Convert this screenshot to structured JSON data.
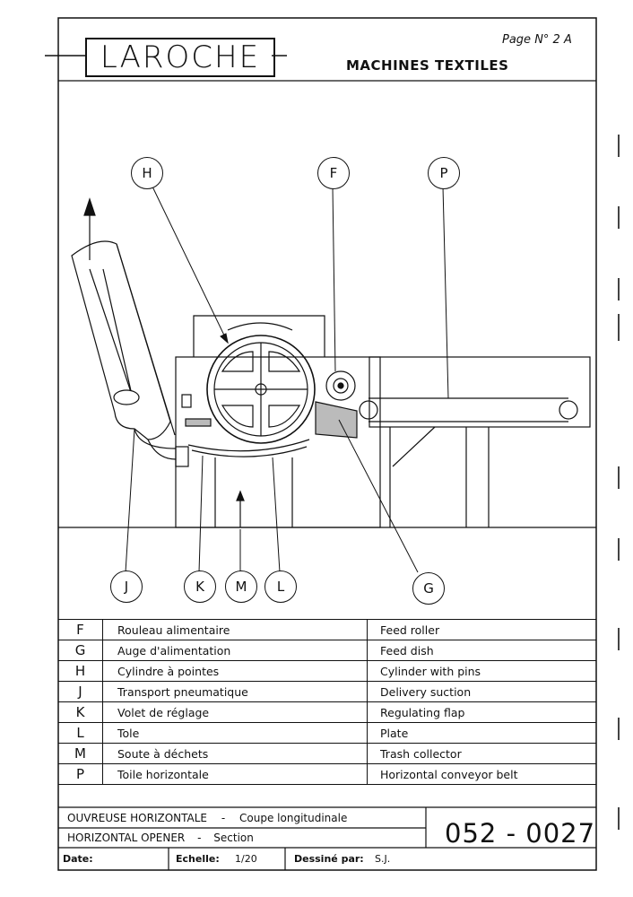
{
  "header": {
    "brand": "LAROCHE",
    "page_label": "Page N° 2 A",
    "subtitle": "MACHINES TEXTILES"
  },
  "callouts": {
    "H": "H",
    "F": "F",
    "P": "P",
    "J": "J",
    "K": "K",
    "M": "M",
    "L": "L",
    "G": "G"
  },
  "legend": [
    {
      "key": "F",
      "fr": "Rouleau alimentaire",
      "en": "Feed roller"
    },
    {
      "key": "G",
      "fr": "Auge d'alimentation",
      "en": "Feed dish"
    },
    {
      "key": "H",
      "fr": "Cylindre à pointes",
      "en": "Cylinder with pins"
    },
    {
      "key": "J",
      "fr": "Transport pneumatique",
      "en": "Delivery suction"
    },
    {
      "key": "K",
      "fr": "Volet de réglage",
      "en": "Regulating flap"
    },
    {
      "key": "L",
      "fr": "Tole",
      "en": "Plate"
    },
    {
      "key": "M",
      "fr": "Soute à déchets",
      "en": "Trash collector"
    },
    {
      "key": "P",
      "fr": "Toile horizontale",
      "en": "Horizontal conveyor belt"
    }
  ],
  "title_block": {
    "line1_name": "OUVREUSE HORIZONTALE",
    "line1_sep": "-",
    "line1_view": "Coupe longitudinale",
    "line2_name": "HORIZONTAL OPENER",
    "line2_sep": "-",
    "line2_view": "Section",
    "drawing_number": "052 - 0027",
    "date_label": "Date:",
    "scale_label": "Echelle:",
    "scale_value": "1/20",
    "drawn_label": "Dessiné par:",
    "drawn_value": "S.J."
  }
}
